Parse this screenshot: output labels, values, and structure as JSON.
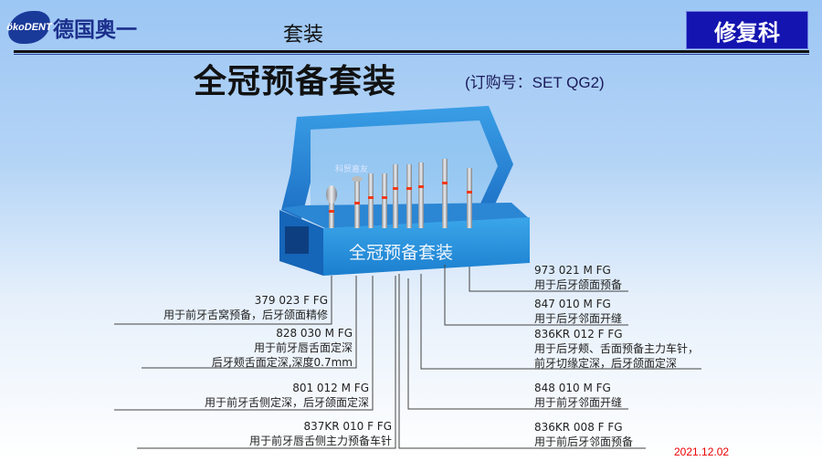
{
  "header": {
    "logo_mark": "ökoDENT",
    "logo_text": "德国奥一",
    "section": "套装",
    "department": "修复科"
  },
  "title": {
    "main": "全冠预备套装",
    "order": "(订购号：SET QG2)"
  },
  "product_image": {
    "box_label": "全冠预备套装",
    "watermark": "科贸嘉友",
    "box_color": "#1e8fdc"
  },
  "left_labels": [
    {
      "code": "379 023 F FG",
      "desc": [
        "用于前牙舌窝预备，后牙颌面精修"
      ]
    },
    {
      "code": "828 030 M FG",
      "desc": [
        "用于前牙唇舌面定深",
        "后牙颊舌面定深,深度0.7mm"
      ]
    },
    {
      "code": "801 012 M FG",
      "desc": [
        "用于前牙舌侧定深，后牙颌面定深"
      ]
    },
    {
      "code": "837KR 010 F FG",
      "desc": [
        "用于前牙唇舌侧主力预备车针"
      ]
    }
  ],
  "right_labels": [
    {
      "code": "973 021 M FG",
      "desc": [
        "用于后牙颌面预备"
      ]
    },
    {
      "code": "847 010 M FG",
      "desc": [
        "用于后牙邻面开缝"
      ]
    },
    {
      "code": "836KR 012 F FG",
      "desc": [
        "用于后牙颊、舌面预备主力车针，",
        "前牙切缘定深，后牙颌面定深"
      ]
    },
    {
      "code": "848 010 M FG",
      "desc": [
        "用于前牙邻面开缝"
      ]
    },
    {
      "code": "836KR 008 F FG",
      "desc": [
        "用于前后牙邻面预备"
      ]
    }
  ],
  "footer": {
    "date": "2021.12.02"
  }
}
